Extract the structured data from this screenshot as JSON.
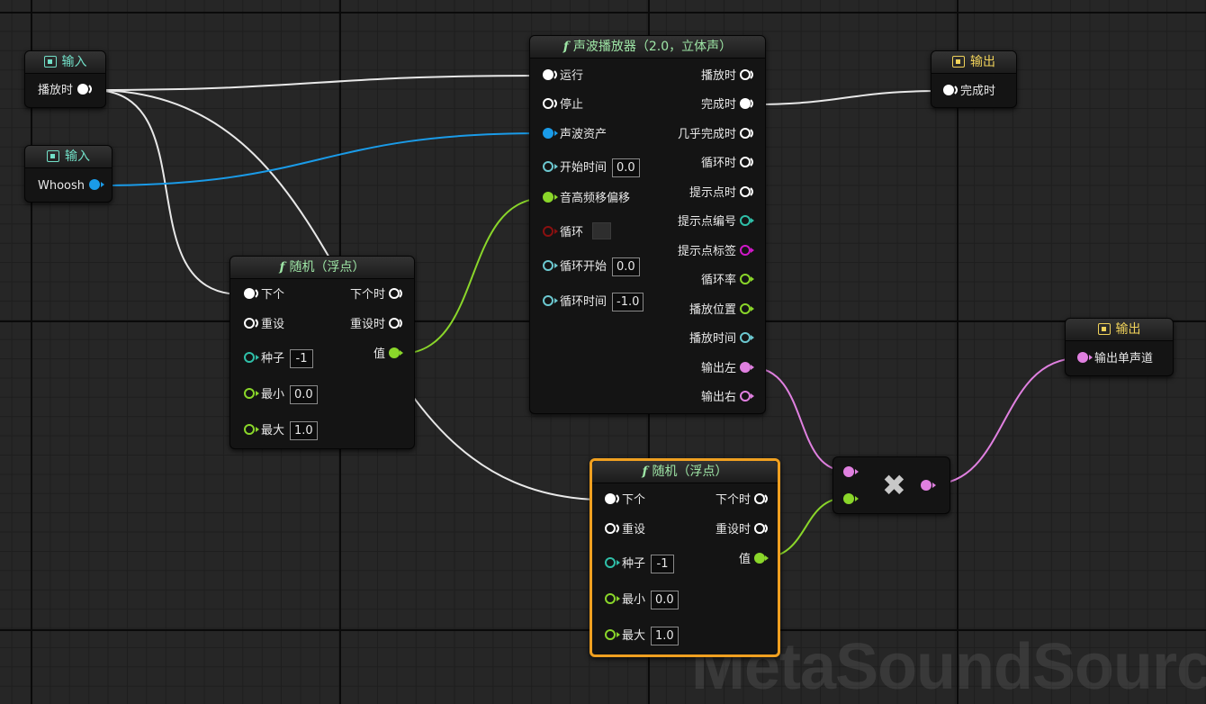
{
  "watermark": "MetaSoundSource",
  "nodes": {
    "input_play": {
      "title": "输入",
      "pin": "播放时"
    },
    "input_whoosh": {
      "title": "输入",
      "pin": "Whoosh"
    },
    "wave_player": {
      "title": "声波播放器（2.0，立体声）",
      "inputs": [
        "运行",
        "停止",
        "声波资产",
        "开始时间",
        "音高频移偏移",
        "循环",
        "循环开始",
        "循环时间"
      ],
      "values": {
        "start_time": "0.0",
        "loop_start": "0.0",
        "loop_time": "-1.0"
      },
      "outputs": [
        "播放时",
        "完成时",
        "几乎完成时",
        "循环时",
        "提示点时",
        "提示点编号",
        "提示点标签",
        "循环率",
        "播放位置",
        "播放时间",
        "输出左",
        "输出右"
      ]
    },
    "output_finished": {
      "title": "输出",
      "pin": "完成时"
    },
    "output_mono": {
      "title": "输出",
      "pin": "输出单声道"
    },
    "random1": {
      "title": "随机（浮点）",
      "inputs": [
        "下个",
        "重设",
        "种子",
        "最小",
        "最大"
      ],
      "values": [
        "-1",
        "0.0",
        "1.0"
      ],
      "outputs": [
        "下个时",
        "重设时",
        "值"
      ]
    },
    "random2": {
      "title": "随机（浮点）",
      "inputs": [
        "下个",
        "重设",
        "种子",
        "最小",
        "最大"
      ],
      "values": [
        "-1",
        "0.0",
        "1.0"
      ],
      "outputs": [
        "下个时",
        "重设时",
        "值"
      ]
    },
    "multiply": {
      "symbol": "✖"
    }
  },
  "colors": {
    "trigger": "#ffffff",
    "wave": "#1a9be8",
    "float": "#8ad62a",
    "int": "#2fbfa8",
    "audio": "#e080e0",
    "time": "#6cc8d0",
    "bool": "#8a1010",
    "string": "#d018c8",
    "selected": "#f0a020"
  },
  "icons": {
    "function": "function-icon",
    "input": "input-icon",
    "output": "output-icon",
    "multiply": "multiply-icon"
  }
}
